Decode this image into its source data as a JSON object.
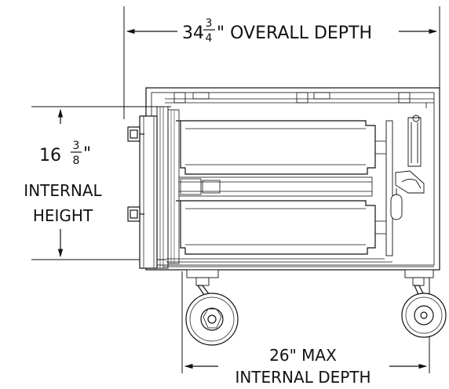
{
  "overall_depth": {
    "whole": "34",
    "numerator": "3",
    "denominator": "4",
    "suffix": "\" OVERALL DEPTH"
  },
  "internal_height": {
    "whole": "16",
    "numerator": "3",
    "denominator": "8",
    "suffix": "\"",
    "label_line1": "INTERNAL",
    "label_line2": "HEIGHT"
  },
  "internal_depth": {
    "line1": "26\" MAX",
    "line2": "INTERNAL DEPTH"
  }
}
